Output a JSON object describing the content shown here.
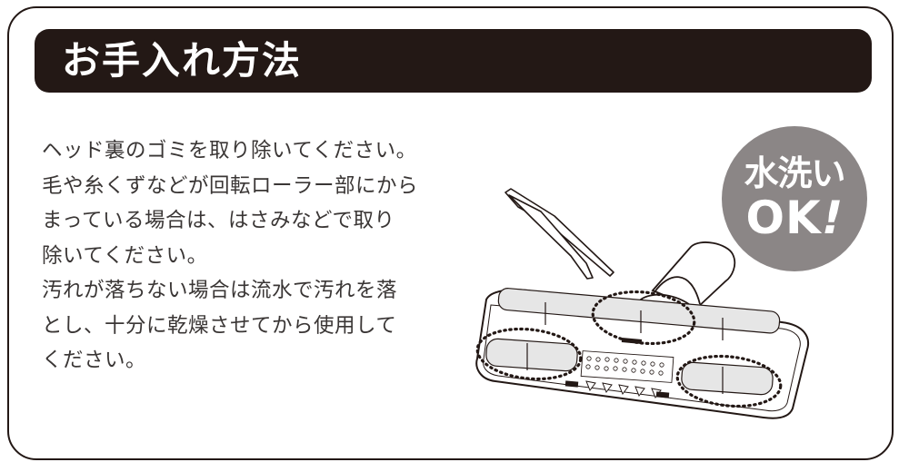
{
  "header": {
    "title": "お手入れ方法"
  },
  "instructions": {
    "lines": [
      "ヘッド裏のゴミを取り除いてください。",
      "毛や糸くずなどが回転ローラー部にから",
      "まっている場合は、はさみなどで取り",
      "除いてください。",
      "汚れが落ちない場合は流水で汚れを落",
      "とし、十分に乾燥させてから使用して",
      "ください。"
    ]
  },
  "badge": {
    "line1": "水洗い",
    "line2": "OK",
    "exclamation": "!",
    "color": "#8b8686"
  },
  "illustration": {
    "items": [
      "tweezers",
      "vacuum-floor-head",
      "roller-highlight-dotted-ovals"
    ]
  },
  "colors": {
    "header_bg": "#231815",
    "header_text": "#ffffff",
    "body_text": "#3a3635",
    "frame_border": "#231815"
  }
}
